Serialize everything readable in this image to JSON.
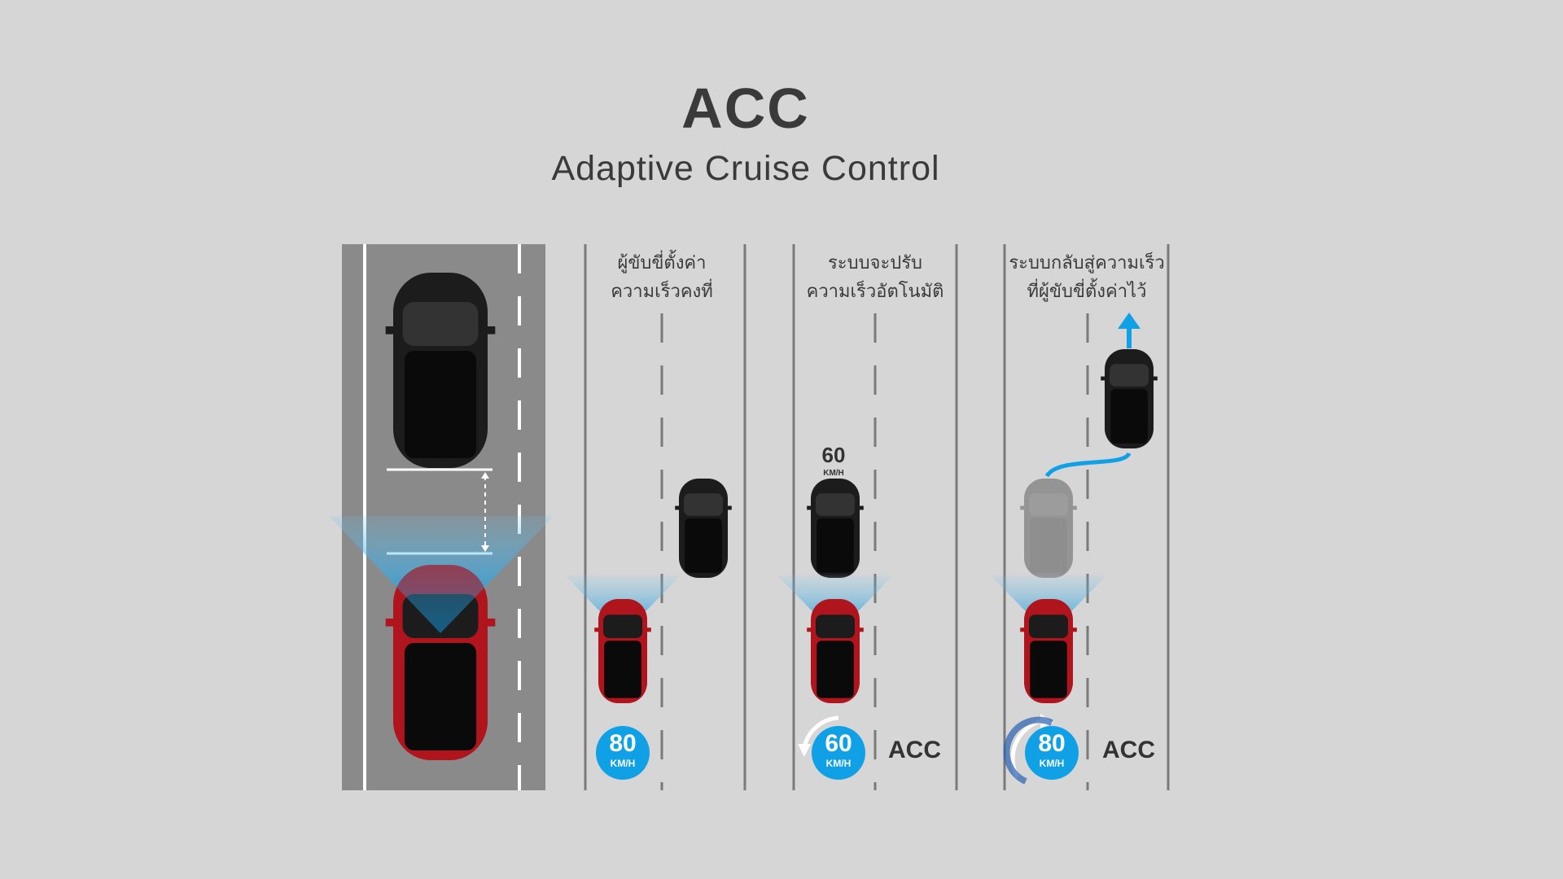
{
  "header": {
    "title": "ACC",
    "subtitle": "Adaptive Cruise Control"
  },
  "panels": [
    {
      "caption_line1": "ผู้ขับขี่ตั้งค่า",
      "caption_line2": "ความเร็วคงที่",
      "set_speed": "80",
      "unit": "KM/H"
    },
    {
      "caption_line1": "ระบบจะปรับ",
      "caption_line2": "ความเร็วอัตโนมัติ",
      "set_speed": "60",
      "unit": "KM/H",
      "mode": "ACC",
      "lead_speed": "60",
      "lead_unit": "KM/H"
    },
    {
      "caption_line1": "ระบบกลับสู่ความเร็ว",
      "caption_line2": "ที่ผู้ขับขี่ตั้งค่าไว้",
      "set_speed": "80",
      "unit": "KM/H",
      "mode": "ACC"
    }
  ],
  "colors": {
    "background": "#d6d6d6",
    "road": "#8a8a8a",
    "accent": "#0fa0e6",
    "car_red": "#b0141c",
    "car_black": "#1c1c1c"
  }
}
